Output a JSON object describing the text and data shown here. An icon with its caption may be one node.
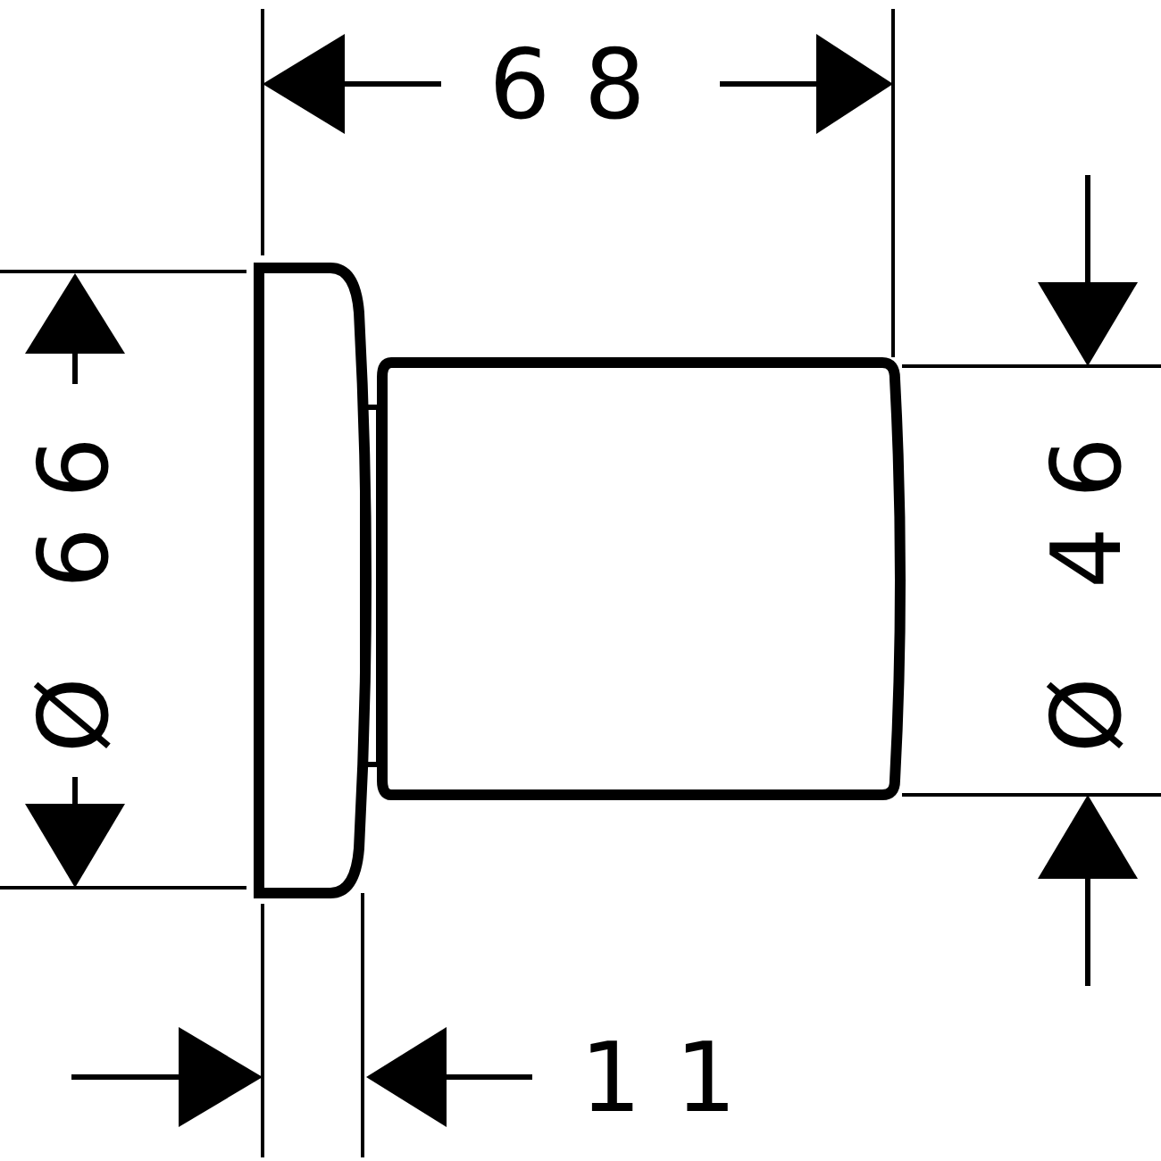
{
  "diagram": {
    "labels": [
      "68",
      "Ø 66",
      "Ø 46",
      "11"
    ]
  }
}
